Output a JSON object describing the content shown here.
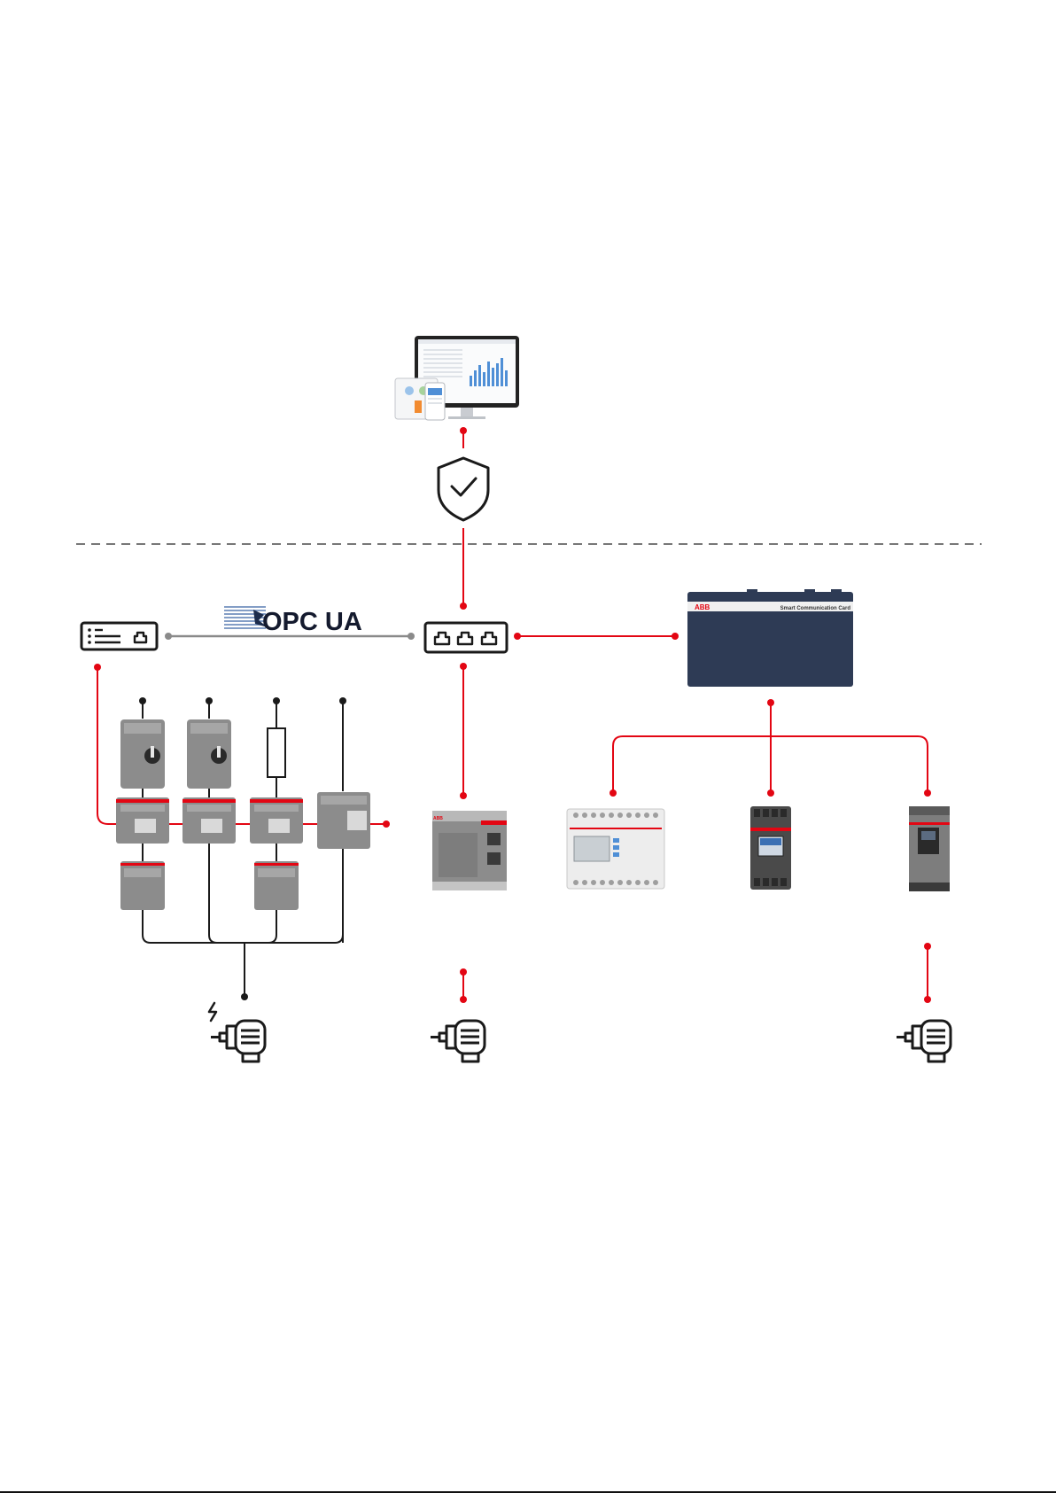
{
  "opc": {
    "logo_text": "OPC UA"
  },
  "card": {
    "brand": "ABB",
    "label": "Smart Communication Card"
  },
  "device_brand": "ABB",
  "colors": {
    "link": "#e30613",
    "card": "#2e3b55",
    "grey_device": "#8c8c8c",
    "dark_line": "#1a1a1a"
  },
  "icons": [
    "monitor-dashboard-icon",
    "security-shield-icon",
    "network-switch-icon",
    "opc-server-icon",
    "motor-icon",
    "lightning-icon",
    "resistor-icon"
  ]
}
